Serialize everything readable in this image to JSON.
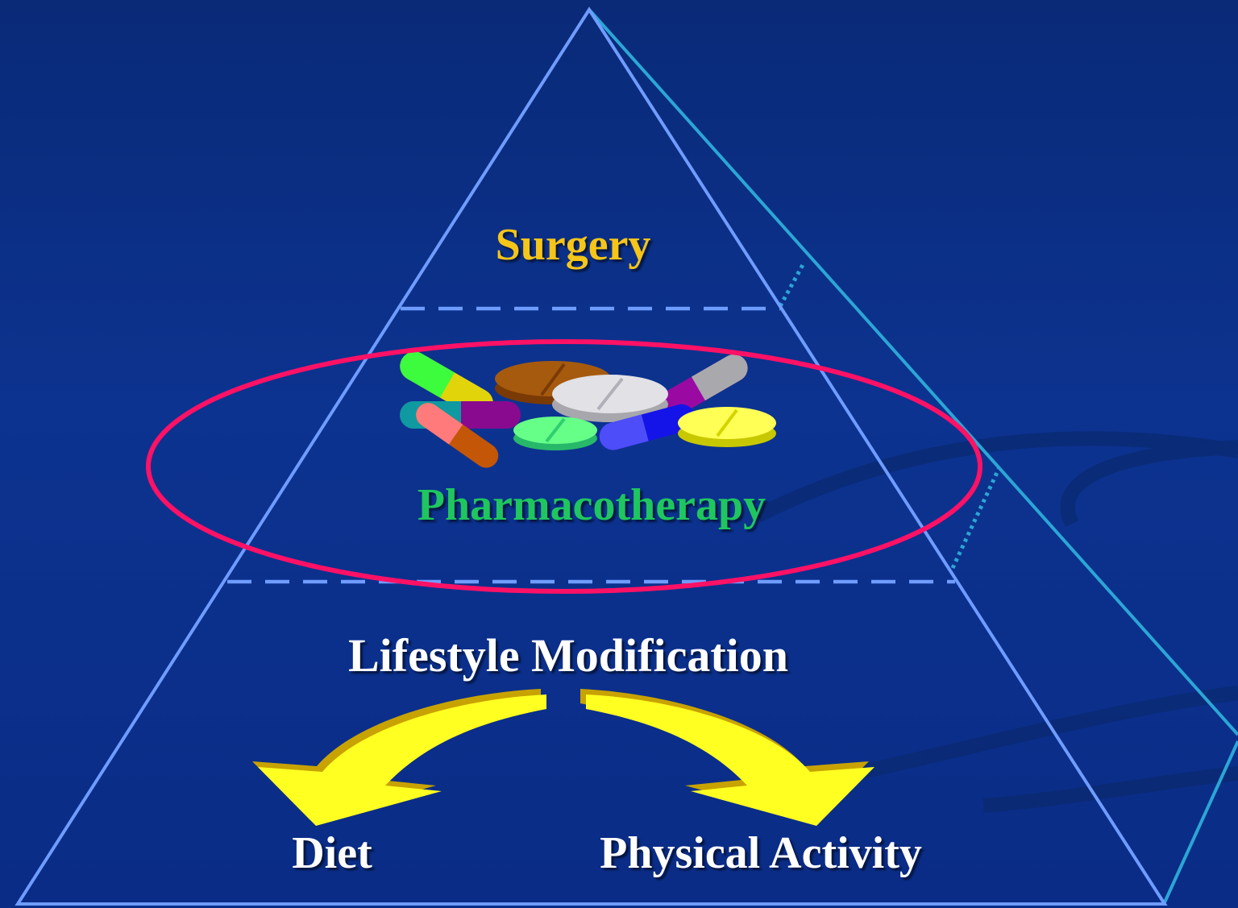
{
  "levels": {
    "top": "Surgery",
    "middle": "Pharmacotherapy",
    "bottom": "Lifestyle Modification"
  },
  "branches": {
    "left": "Diet",
    "right": "Physical Activity"
  },
  "colors": {
    "surgery": "#f5c518",
    "pharmacotherapy": "#1fc65f",
    "lifestyle": "#ffffff",
    "pyramid_edge": "#6f9cff",
    "pyramid_side": "#2ba6d6",
    "highlight_ellipse": "#ff1166",
    "arrow_fill": "#ffff22",
    "arrow_shadow": "#c8a200"
  }
}
